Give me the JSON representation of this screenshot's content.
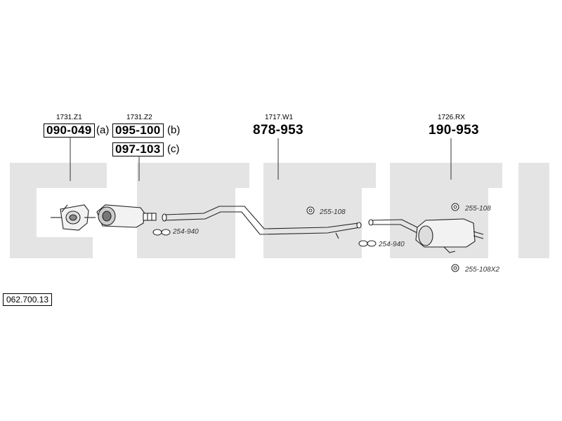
{
  "diagram_id": "062.700.13",
  "parts": {
    "cat1": {
      "ref": "1731.Z1",
      "number": "090-049",
      "suffix": "(a)"
    },
    "cat2": {
      "ref": "1731.Z2",
      "number": "095-100",
      "suffix": "(b)"
    },
    "cat2_alt": {
      "number": "097-103",
      "suffix": "(c)"
    },
    "middle": {
      "ref": "1717.W1",
      "number": "878-953"
    },
    "rear": {
      "ref": "1726.RX",
      "number": "190-953"
    }
  },
  "fittings": {
    "f1": "254-940",
    "f2": "255-108",
    "f3": "254-940",
    "f4": "255-108",
    "f5": "255-108X2"
  }
}
